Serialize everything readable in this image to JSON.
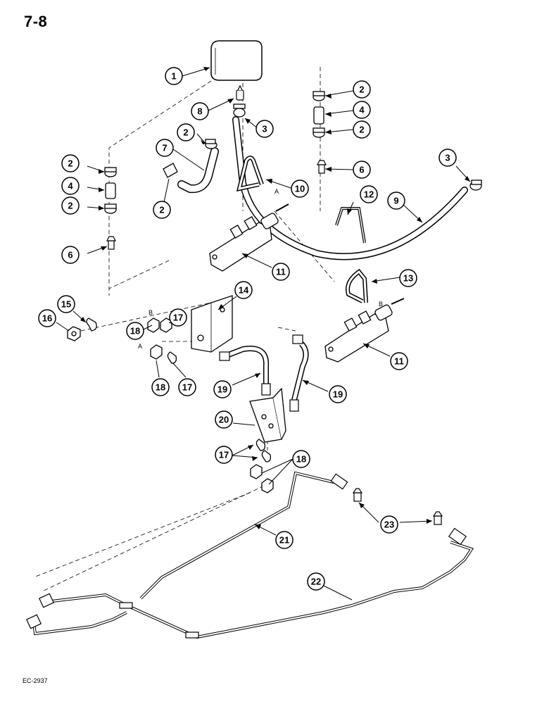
{
  "page": {
    "number": "7-8",
    "drawing_code": "EC-2937"
  },
  "callouts": [
    {
      "id": "c1",
      "label": "1"
    },
    {
      "id": "c2a",
      "label": "2"
    },
    {
      "id": "c2b",
      "label": "2"
    },
    {
      "id": "c2c",
      "label": "2"
    },
    {
      "id": "c2d",
      "label": "2"
    },
    {
      "id": "c2e",
      "label": "2"
    },
    {
      "id": "c2f",
      "label": "2"
    },
    {
      "id": "c3a",
      "label": "3"
    },
    {
      "id": "c3b",
      "label": "3"
    },
    {
      "id": "c4a",
      "label": "4"
    },
    {
      "id": "c4b",
      "label": "4"
    },
    {
      "id": "c6a",
      "label": "6"
    },
    {
      "id": "c6b",
      "label": "6"
    },
    {
      "id": "c7",
      "label": "7"
    },
    {
      "id": "c8",
      "label": "8"
    },
    {
      "id": "c9",
      "label": "9"
    },
    {
      "id": "c10",
      "label": "10"
    },
    {
      "id": "c11a",
      "label": "11"
    },
    {
      "id": "c11b",
      "label": "11"
    },
    {
      "id": "c12",
      "label": "12"
    },
    {
      "id": "c13",
      "label": "13"
    },
    {
      "id": "c14",
      "label": "14"
    },
    {
      "id": "c15",
      "label": "15"
    },
    {
      "id": "c16",
      "label": "16"
    },
    {
      "id": "c17a",
      "label": "17"
    },
    {
      "id": "c17b",
      "label": "17"
    },
    {
      "id": "c17c",
      "label": "17"
    },
    {
      "id": "c18a",
      "label": "18"
    },
    {
      "id": "c18b",
      "label": "18"
    },
    {
      "id": "c18c",
      "label": "18"
    },
    {
      "id": "c19a",
      "label": "19"
    },
    {
      "id": "c19b",
      "label": "19"
    },
    {
      "id": "c20",
      "label": "20"
    },
    {
      "id": "c21",
      "label": "21"
    },
    {
      "id": "c22",
      "label": "22"
    },
    {
      "id": "c23",
      "label": "23"
    }
  ],
  "markers": {
    "a1": "A",
    "a2": "A",
    "b1": "B",
    "b2": "B"
  }
}
